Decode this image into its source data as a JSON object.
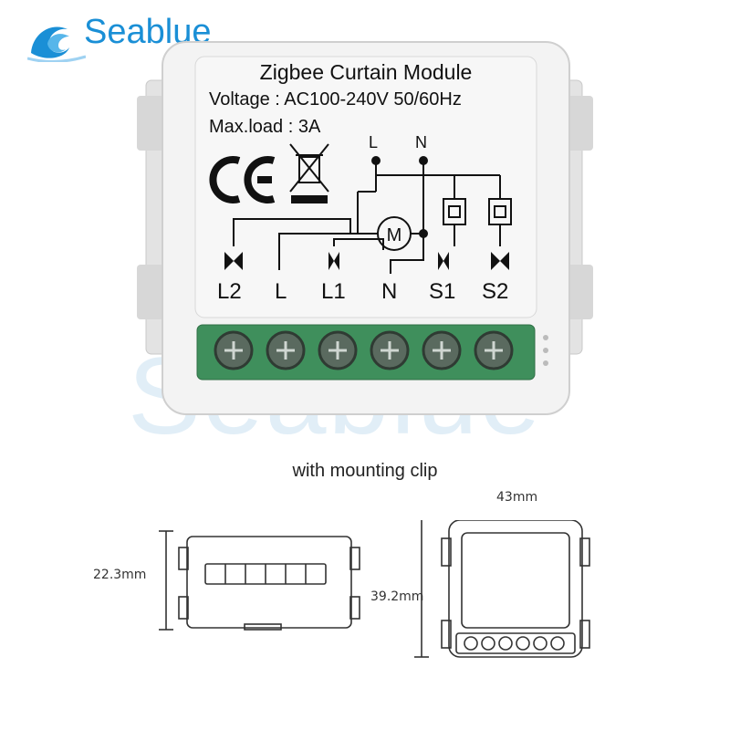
{
  "brand": {
    "name": "Seablue",
    "watermark": "Seablue"
  },
  "device": {
    "title": "Zigbee Curtain Module",
    "voltage": "Voltage : AC100-240V 50/60Hz",
    "max_load": "Max.load : 3A",
    "ce_mark": "CE",
    "top_line_labels": [
      "L",
      "N"
    ],
    "motor_label": "M",
    "terminals": [
      "L2",
      "L",
      "L1",
      "N",
      "S1",
      "S2"
    ]
  },
  "caption": "with mounting clip",
  "dimensions": {
    "height_side": "22.3mm",
    "height_front": "39.2mm",
    "width_front": "43mm"
  },
  "colors": {
    "brand": "#1a8fd6",
    "terminal_block": "#3f8f5c",
    "housing": "#f2f2f2"
  }
}
